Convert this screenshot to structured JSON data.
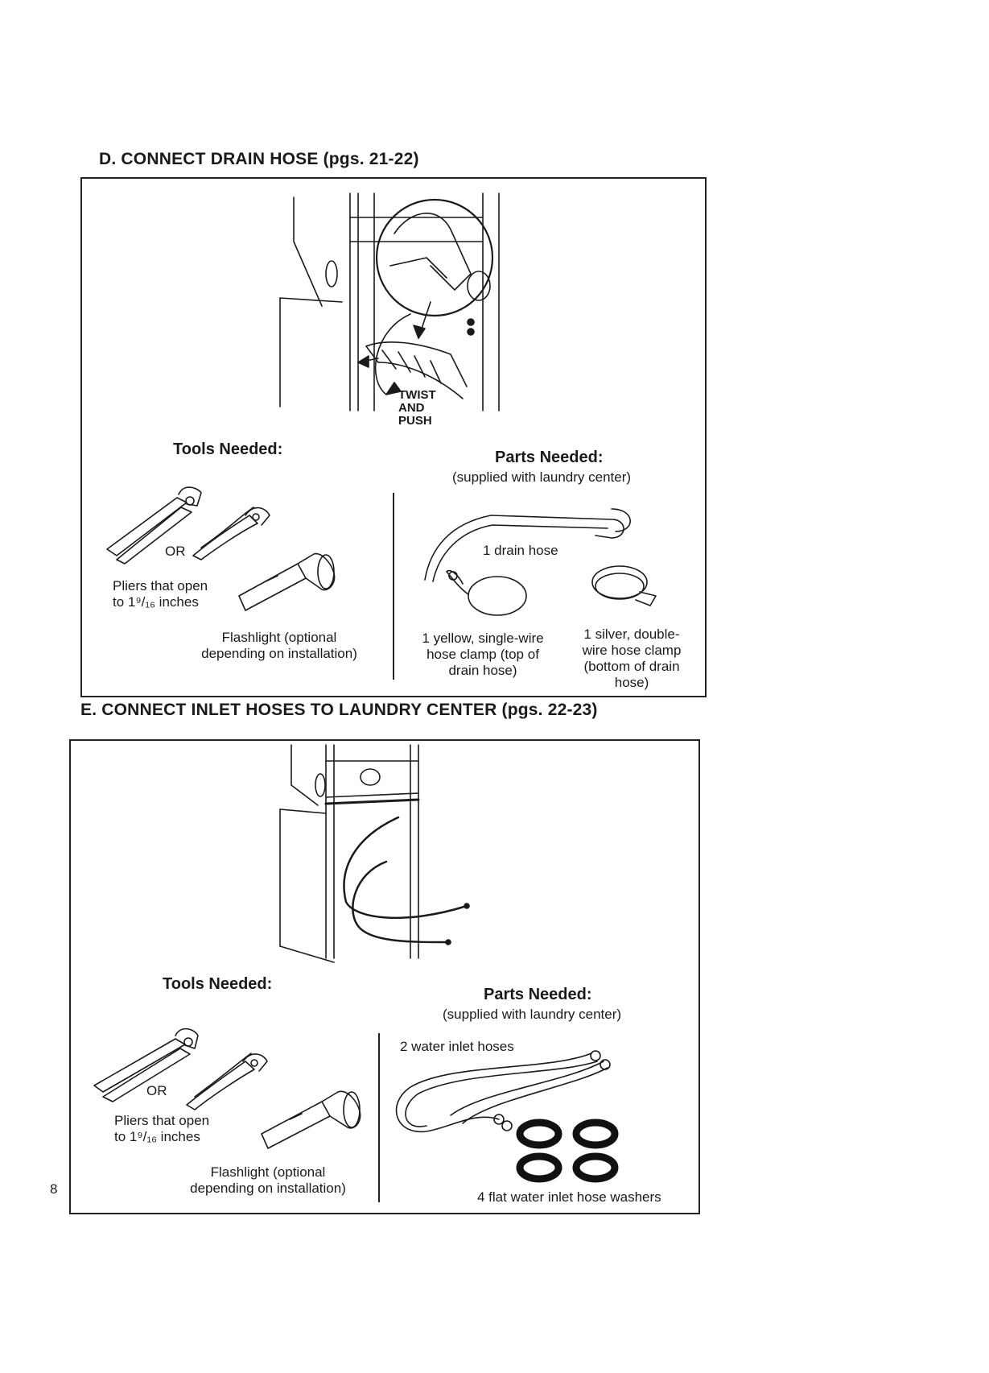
{
  "section_d": {
    "title": "D. CONNECT DRAIN HOSE (pgs. 21-22)",
    "callout": "TWIST\nAND\nPUSH",
    "tools_heading": "Tools Needed:",
    "or_label": "OR",
    "pliers_caption": "Pliers that open\nto 1⁹/₁₆ inches",
    "flashlight_caption": "Flashlight (optional\ndepending on installation)",
    "parts_heading": "Parts Needed:",
    "parts_subheading": "(supplied with laundry center)",
    "drain_hose_label": "1 drain hose",
    "yellow_clamp_label": "1 yellow, single-wire\nhose clamp (top of\ndrain hose)",
    "silver_clamp_label": "1 silver, double-\nwire hose clamp\n(bottom of drain\nhose)"
  },
  "section_e": {
    "title": "E. CONNECT INLET HOSES TO LAUNDRY CENTER (pgs. 22-23)",
    "tools_heading": "Tools Needed:",
    "or_label": "OR",
    "pliers_caption": "Pliers that open\nto 1⁹/₁₆ inches",
    "flashlight_caption": "Flashlight (optional\ndepending on installation)",
    "parts_heading": "Parts Needed:",
    "parts_subheading": "(supplied with laundry center)",
    "inlet_hoses_label": "2 water inlet hoses",
    "washers_label": "4 flat water inlet hose washers"
  },
  "page_number": "8"
}
